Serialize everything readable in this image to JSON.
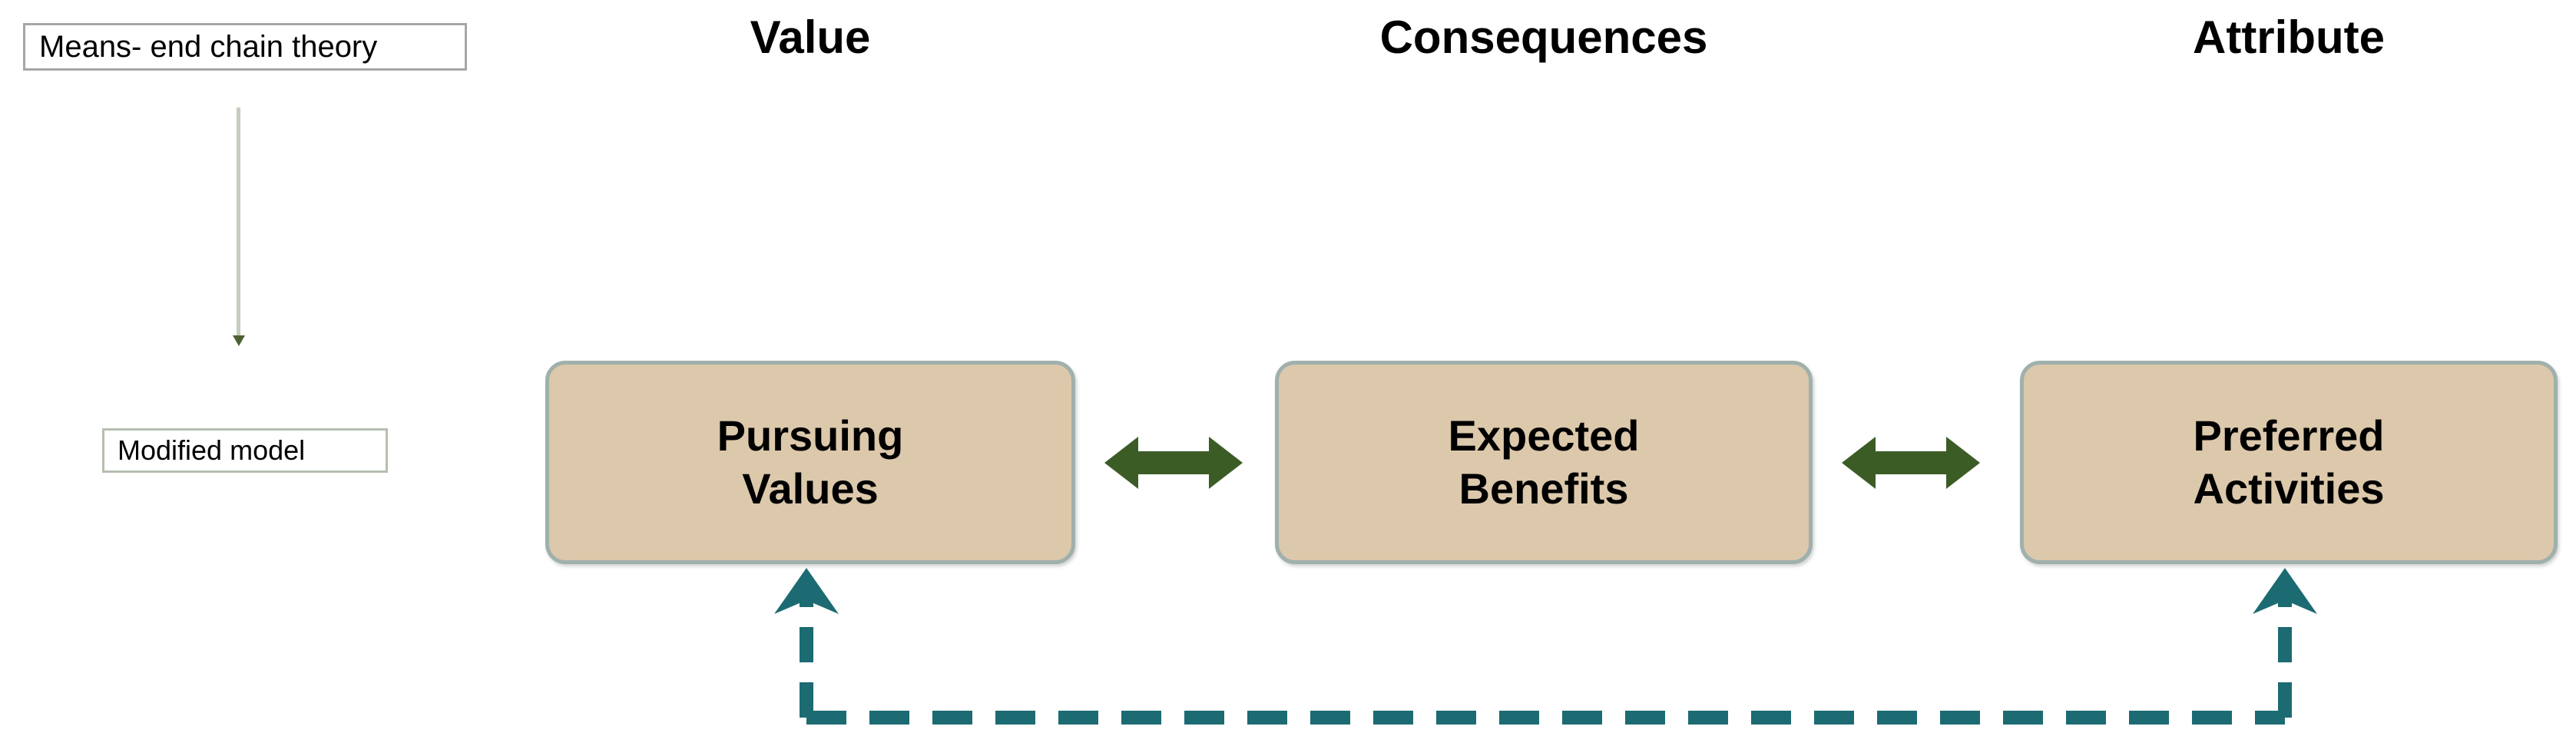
{
  "diagram": {
    "title": "Means- end chain theory (modified model)",
    "left_labels": [
      {
        "id": "theory",
        "text": "Means- end chain theory"
      },
      {
        "id": "modified",
        "text": "Modified model"
      }
    ],
    "headers": [
      {
        "id": "value",
        "label": "Value"
      },
      {
        "id": "consequences",
        "label": "Consequences"
      },
      {
        "id": "attribute",
        "label": "Attribute"
      }
    ],
    "nodes": [
      {
        "id": "pursuing-values",
        "line1": "Pursuing",
        "line2": "Values"
      },
      {
        "id": "expected-benefits",
        "line1": "Expected",
        "line2": "Benefits"
      },
      {
        "id": "preferred-activities",
        "line1": "Preferred",
        "line2": "Activities"
      }
    ],
    "connectors": [
      {
        "id": "values-benefits",
        "type": "double-arrow",
        "from": "pursuing-values",
        "to": "expected-benefits"
      },
      {
        "id": "benefits-activity",
        "type": "double-arrow",
        "from": "expected-benefits",
        "to": "preferred-activities"
      },
      {
        "id": "feedback-loop",
        "type": "dashed-bidirectional",
        "from": "preferred-activities",
        "to": "pursuing-values"
      },
      {
        "id": "theory-to-model",
        "type": "thin-arrow",
        "from": "theory",
        "to": "modified"
      }
    ],
    "colors": {
      "node_fill": "#dcc8ab",
      "node_border": "#9fb0ad",
      "double_arrow": "#3c5c26",
      "feedback_line": "#1c6b72",
      "thin_connector": "#c5cdbd",
      "caption_border": "#a6a6a6",
      "text": "#000000",
      "background": "#ffffff"
    }
  }
}
